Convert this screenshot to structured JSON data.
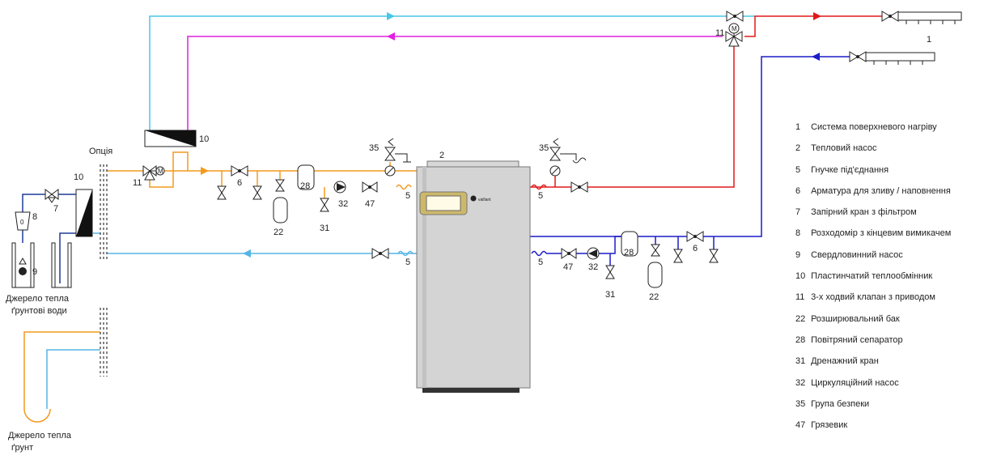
{
  "labels": {
    "option": "Опція",
    "source_groundwater_line1": "Джерело тепла",
    "source_groundwater_line2": "ґрунтові води",
    "source_ground_line1": "Джерело тепла",
    "source_ground_line2": "ґрунт"
  },
  "components": {
    "heating_system": "1",
    "heat_pump": "2",
    "flex_left": "5",
    "flex_right_supply": "5",
    "flex_left_return": "5",
    "flex_right_return": "5",
    "fill_drain_left": "6",
    "fill_drain_right": "6",
    "shutoff_filter": "7",
    "flowmeter": "8",
    "well_pump": "9",
    "hx_top": "10",
    "hx_left": "10",
    "valve3_left": "11",
    "valve3_right": "11",
    "valve3_motor": "M",
    "expansion_left": "22",
    "expansion_right": "22",
    "separator_left": "28",
    "separator_right": "28",
    "drain_left": "31",
    "drain_right": "31",
    "pump_left": "32",
    "pump_right": "32",
    "safety_left": "35",
    "safety_right": "35",
    "strainer_left": "47",
    "strainer_right": "47",
    "flowmeter_glyph": "0"
  },
  "legend": [
    {
      "num": "1",
      "text": "Система поверхневого нагріву"
    },
    {
      "num": "2",
      "text": "Тепловий насос"
    },
    {
      "num": "5",
      "text": "Гнучке під'єднання"
    },
    {
      "num": "6",
      "text": "Арматура для зливу / наповнення"
    },
    {
      "num": "7",
      "text": "Запірний кран з фільтром"
    },
    {
      "num": "8",
      "text": "Розходомір з кінцевим вимикачем"
    },
    {
      "num": "9",
      "text": "Свердловинний насос"
    },
    {
      "num": "10",
      "text": "Пластинчатий теплообмінник"
    },
    {
      "num": "11",
      "text": "3-х ходвий клапан з приводом"
    },
    {
      "num": "22",
      "text": "Розширювальний бак"
    },
    {
      "num": "28",
      "text": "Повітряний сепаратор"
    },
    {
      "num": "31",
      "text": "Дренажний кран"
    },
    {
      "num": "32",
      "text": "Циркуляційний насос"
    },
    {
      "num": "35",
      "text": "Група безпеки"
    },
    {
      "num": "47",
      "text": "Грязевик"
    }
  ],
  "colors": {
    "cyan": "#49c6e8",
    "magenta": "#e020e0",
    "red": "#e01818",
    "blue": "#1c1cc8",
    "orange": "#f39a1e",
    "navy": "#1e3d96",
    "lightblue": "#56b4e6",
    "cabinet": "#d4d4d4"
  }
}
